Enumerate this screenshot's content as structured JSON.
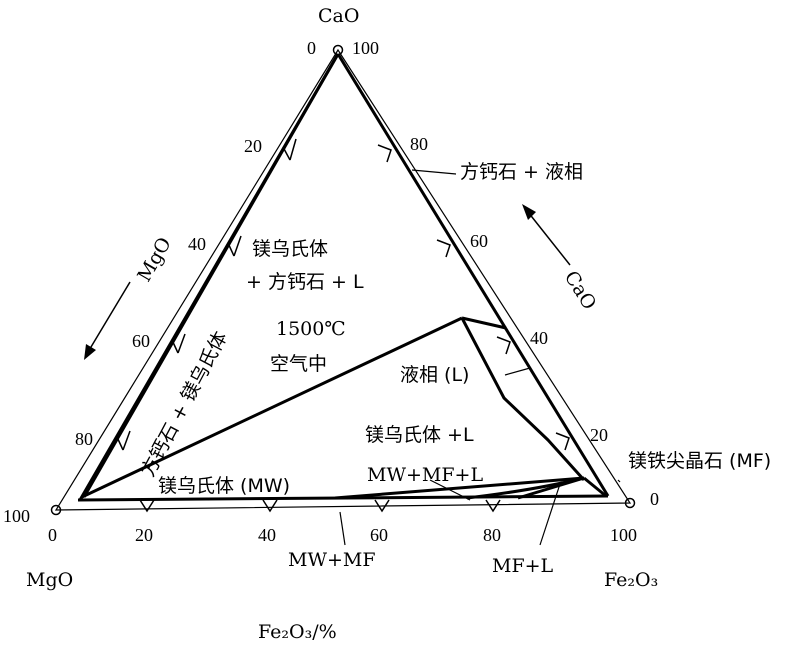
{
  "vertices": {
    "top": "CaO",
    "left": "MgO",
    "right": "Fe₂O₃"
  },
  "axes": {
    "left_side_label": "MgO",
    "right_side_label": "CaO",
    "bottom_label": "Fe₂O₃/%"
  },
  "ticks": {
    "bottom": [
      "0",
      "20",
      "40",
      "60",
      "80",
      "100"
    ],
    "left": [
      "20",
      "40",
      "60",
      "80",
      "100"
    ],
    "right": [
      "80",
      "60",
      "40",
      "20",
      "0"
    ],
    "apex_left": "0",
    "apex_right": "100"
  },
  "conditions": {
    "temperature": "1500℃",
    "atmosphere": "空气中"
  },
  "regions": {
    "lime_liquid": "方钙石 + 液相",
    "mw_lime_l_1": "镁乌氏体",
    "mw_lime_l_2": "+ 方钙石 + L",
    "lime_mw": "方钙石 + 镁乌氏体",
    "liquid": "液相 (L)",
    "mw_l": "镁乌氏体 +L",
    "mw_mf_l": "MW+MF+L",
    "mw": "镁乌氏体 (MW)",
    "mf": "镁铁尖晶石 (MF)",
    "mw_mf": "MW+MF",
    "mf_l": "MF+L"
  }
}
